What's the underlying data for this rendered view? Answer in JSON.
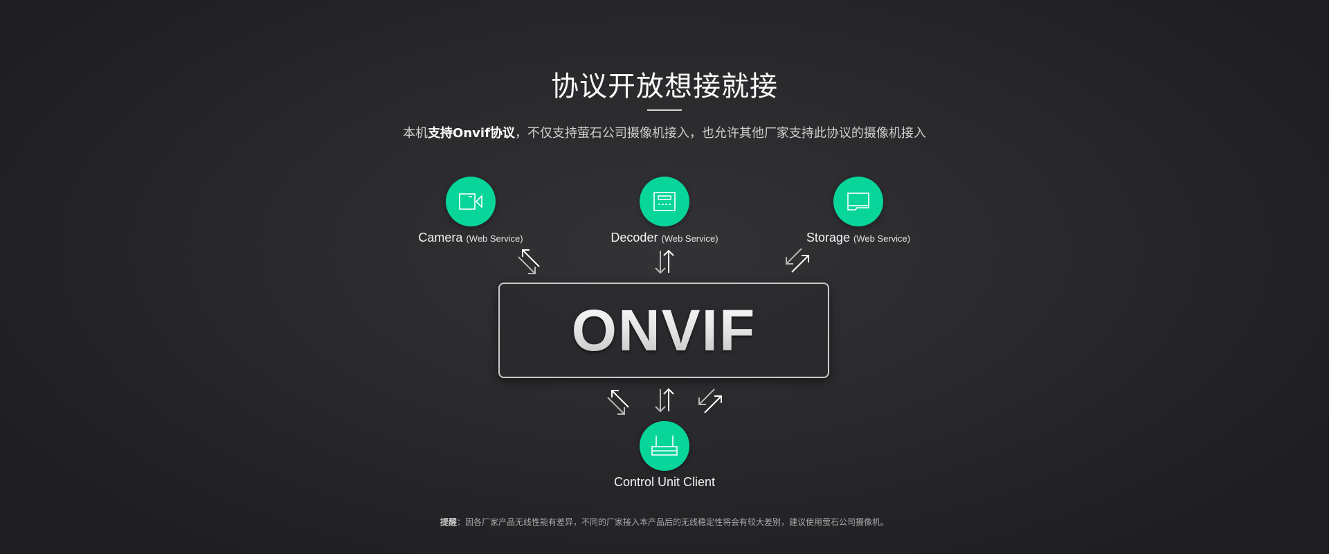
{
  "header": {
    "title": "协议开放想接就接",
    "subtitle_prefix": "本机",
    "subtitle_bold": "支持Onvif协议",
    "subtitle_rest": "，不仅支持萤石公司摄像机接入，也允许其他厂家支持此协议的摄像机接入"
  },
  "nodes": {
    "camera": {
      "label": "Camera",
      "sub": "(Web Service)",
      "icon": "video-camera-icon"
    },
    "decoder": {
      "label": "Decoder",
      "sub": "(Web Service)",
      "icon": "decoder-icon"
    },
    "storage": {
      "label": "Storage",
      "sub": "(Web Service)",
      "icon": "storage-icon"
    },
    "client": {
      "label": "Control Unit Client",
      "icon": "router-icon"
    }
  },
  "center": {
    "label": "ONVIF"
  },
  "colors": {
    "accent": "#08d59a",
    "background": "#2a2a2d",
    "text": "#ffffff"
  },
  "notice": {
    "label": "提醒",
    "text": "：因各厂家产品无线性能有差异，不同的厂家接入本产品后的无线稳定性将会有较大差别，建议使用萤石公司摄像机。"
  }
}
